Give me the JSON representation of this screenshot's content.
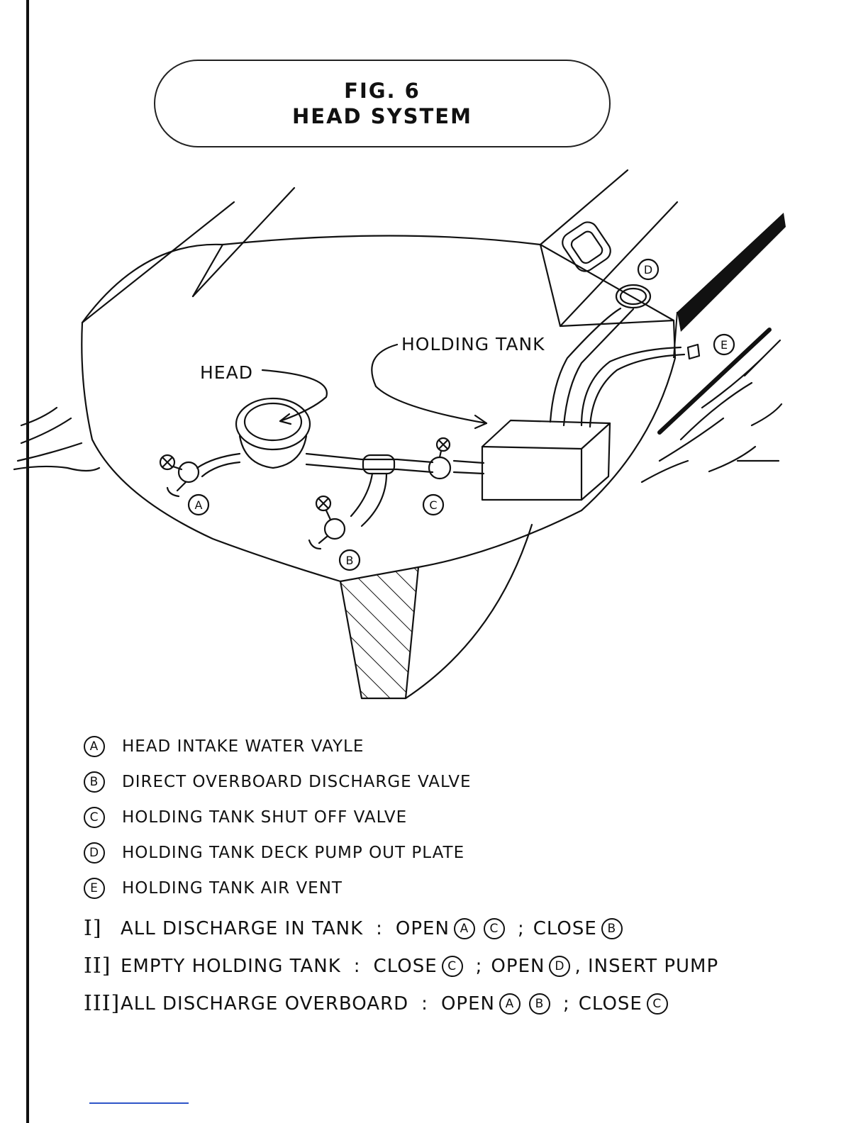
{
  "figure": {
    "number": "FIG. 6",
    "title": "HEAD SYSTEM"
  },
  "callouts": {
    "head": "HEAD",
    "holding_tank": "HOLDING TANK",
    "marker_a": "A",
    "marker_b": "B",
    "marker_c": "C",
    "marker_d": "D",
    "marker_e": "E"
  },
  "legend": [
    {
      "key": "A",
      "text": "HEAD INTAKE WATER VAYLE"
    },
    {
      "key": "B",
      "text": "DIRECT OVERBOARD DISCHARGE VALVE"
    },
    {
      "key": "C",
      "text": "HOLDING TANK SHUT OFF VALVE"
    },
    {
      "key": "D",
      "text": "HOLDING TANK DECK PUMP OUT PLATE"
    },
    {
      "key": "E",
      "text": "HOLDING TANK AIR VENT"
    }
  ],
  "steps": [
    {
      "num": "I]",
      "label": "ALL DISCHARGE IN TANK",
      "sep": ":",
      "act1": "OPEN",
      "k1": "A",
      "k2": "C",
      "semi": ";",
      "act2": "CLOSE",
      "k3": "B"
    },
    {
      "num": "II]",
      "label": "EMPTY HOLDING TANK",
      "sep": ":",
      "act1": "CLOSE",
      "k1": "C",
      "semi": ";",
      "act2": "OPEN",
      "k2": "D",
      "tail": ", INSERT PUMP"
    },
    {
      "num": "III]",
      "label": "ALL DISCHARGE OVERBOARD",
      "sep": ":",
      "act1": "OPEN",
      "k1": "A",
      "k2": "B",
      "semi": ";",
      "act2": "CLOSE",
      "k3": "C"
    }
  ]
}
